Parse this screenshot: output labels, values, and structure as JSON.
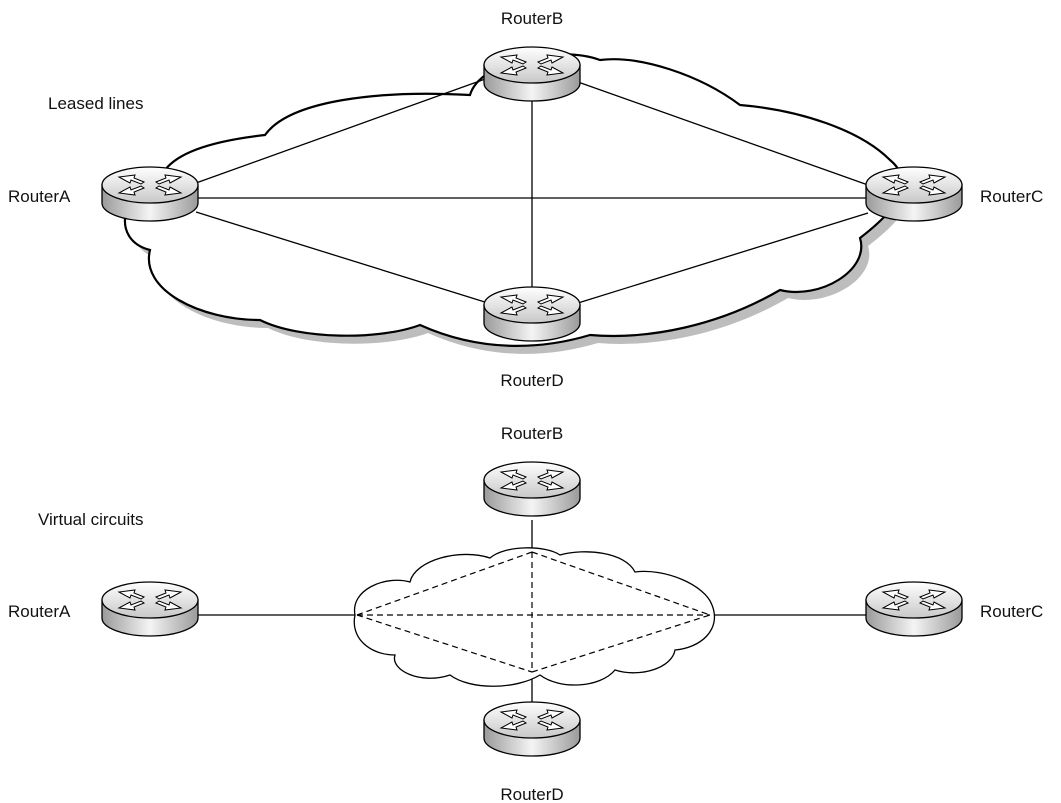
{
  "top_section": {
    "caption": "Leased lines",
    "routers": {
      "a": "RouterA",
      "b": "RouterB",
      "c": "RouterC",
      "d": "RouterD"
    }
  },
  "bottom_section": {
    "caption": "Virtual circuits",
    "routers": {
      "a": "RouterA",
      "b": "RouterB",
      "c": "RouterC",
      "d": "RouterD"
    }
  }
}
